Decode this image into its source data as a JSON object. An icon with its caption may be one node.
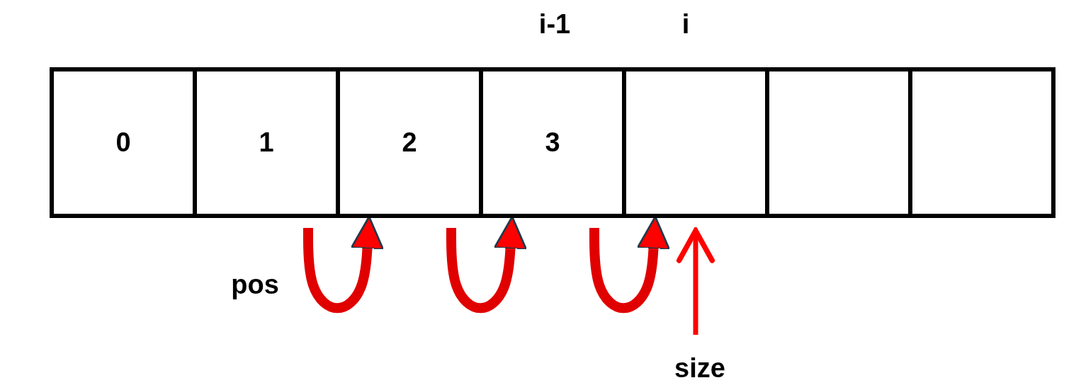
{
  "diagram": {
    "nodes": [
      {
        "text": [
          "0"
        ]
      },
      {
        "text": [
          "1"
        ]
      },
      {
        "text": [
          "2"
        ]
      },
      {
        "text": [
          "3"
        ]
      },
      {
        "text": [],
        "shape": "box"
      },
      {
        "text": [],
        "shape": "box"
      },
      {
        "text": [],
        "shape": "box"
      },
      {
        "text": [
          "size"
        ]
      }
    ],
    "edges": [
      {
        "from": 1,
        "to": 2,
        "arrow": "to"
      },
      {
        "from": 2,
        "to": 3,
        "arrow": "to"
      },
      {
        "from": 3,
        "to": 4,
        "arrow": "to"
      },
      {
        "from": 7,
        "to": 4,
        "arrow": "to"
      }
    ],
    "labels": [
      "i-1",
      "i",
      "pos"
    ]
  }
}
